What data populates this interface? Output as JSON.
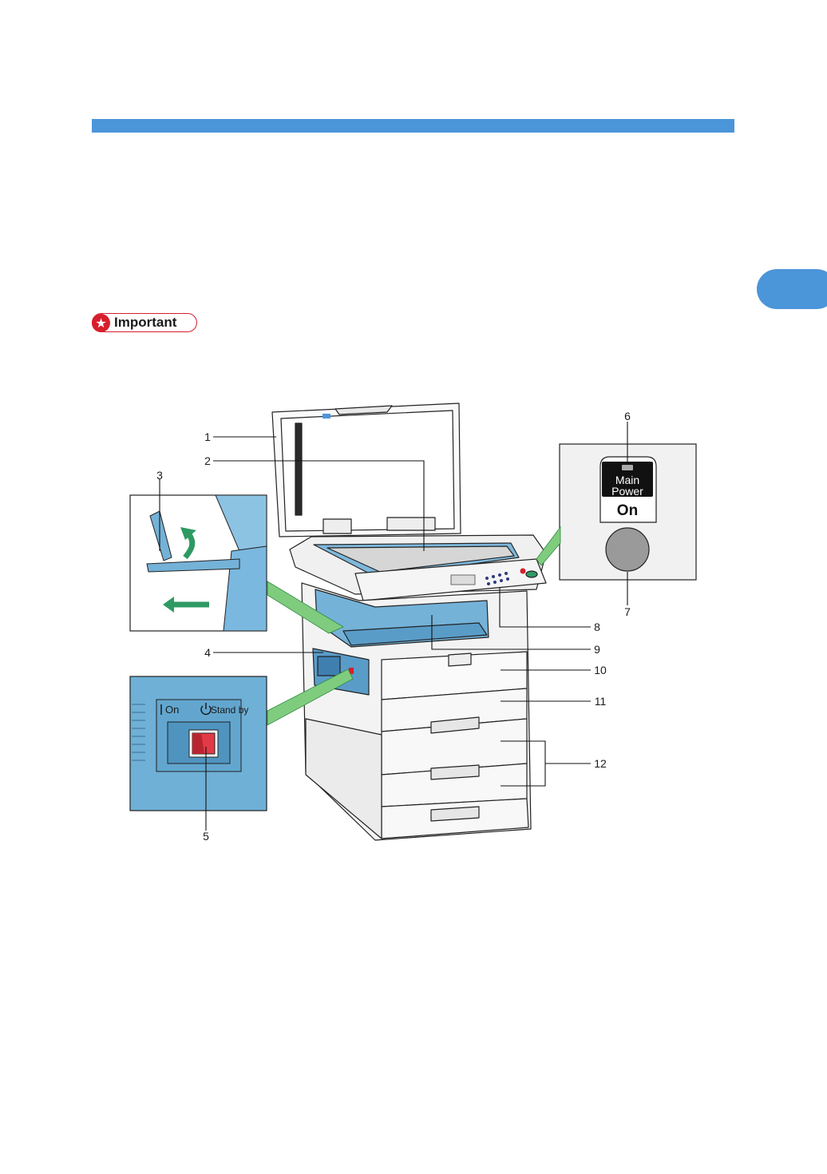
{
  "header": {
    "bar_color": "#4b95d9",
    "chapter_tab_color": "#4b95d9"
  },
  "important": {
    "icon": "star-icon",
    "label": "Important",
    "color": "#d71e2c"
  },
  "illustration": {
    "callouts": [
      "1",
      "2",
      "3",
      "4",
      "5",
      "6",
      "7",
      "8",
      "9",
      "10",
      "11",
      "12"
    ],
    "main_power_inset": {
      "line1": "Main",
      "line2": "Power",
      "state": "On"
    },
    "power_switch_inset": {
      "on_label": "On",
      "standby_label": "Stand by"
    }
  }
}
